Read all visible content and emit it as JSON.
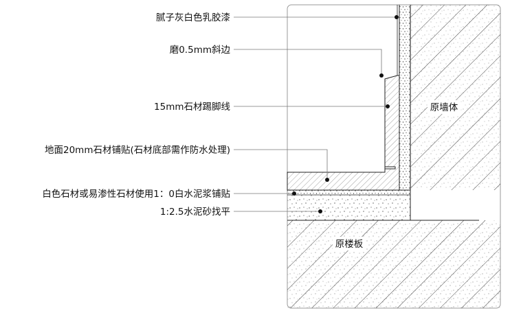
{
  "diagram": {
    "callouts": [
      {
        "id": "putty-paint",
        "text": "腻子灰白色乳胶漆"
      },
      {
        "id": "bevel",
        "text": "磨0.5mm斜边"
      },
      {
        "id": "stone-skirting",
        "text": "15mm石材踢脚线"
      },
      {
        "id": "floor-stone",
        "text": "地面20mm石材铺贴(石材底部需作防水处理)"
      },
      {
        "id": "cement-paste",
        "text": "白色石材或易渗性石材使用1：0白水泥浆铺贴"
      },
      {
        "id": "screed",
        "text": "1:2.5水泥砂找平"
      }
    ],
    "regions": {
      "wall": "原墙体",
      "slab": "原楼板"
    },
    "colors": {
      "line": "#222222",
      "leader": "#777777",
      "frame": "#9a9a9a",
      "hatch": "#444444"
    }
  }
}
